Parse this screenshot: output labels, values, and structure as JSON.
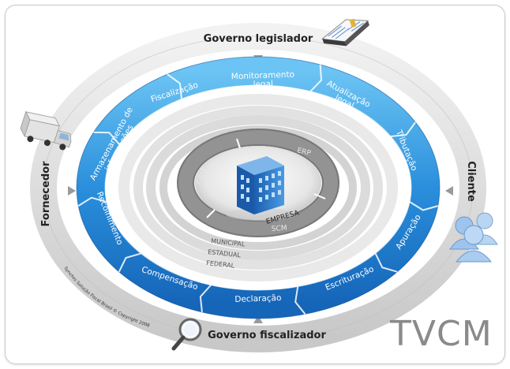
{
  "outer_ring": {
    "top": "Governo legislador",
    "bottom": "Governo fiscalizador",
    "left": "Fornecedor",
    "right": "Cliente"
  },
  "process_ring": [
    "Monitoramento legal",
    "Atualização legal",
    "Tributação",
    "Apuração",
    "Escrituração",
    "Declaração",
    "Compensação",
    "Recolhimento",
    "Armazenamento de informações",
    "Fiscalização"
  ],
  "core": {
    "center": "EMPRESA",
    "segments": [
      "ERP",
      "SCM",
      "CRM"
    ]
  },
  "levels": [
    "MUNICIPAL",
    "ESTADUAL",
    "FEDERAL"
  ],
  "copyright": "Synchro Solução Fiscal Brasil © Copyright 2008",
  "brand": "TVCM",
  "colors": {
    "blue_dark": "#1565b8",
    "blue_light": "#5fb8ee",
    "gray_ring": "#d8d8d8",
    "text_dark": "#222222"
  },
  "icons": [
    "book-icon",
    "truck-icon",
    "users-icon",
    "magnifier-icon",
    "building-icon"
  ]
}
